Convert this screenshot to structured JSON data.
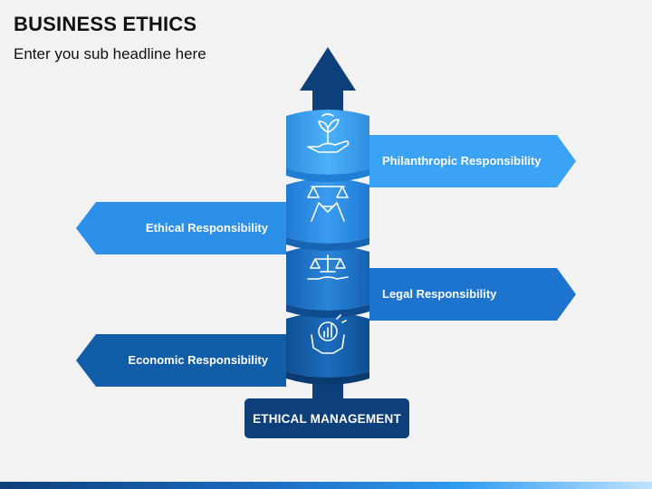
{
  "header": {
    "title": "BUSINESS ETHICS",
    "subtitle": "Enter you sub headline here"
  },
  "diagram": {
    "base_label": "ETHICAL MANAGEMENT",
    "levels": [
      {
        "label": "Philanthropic Responsibility",
        "side": "right",
        "icon": "hand-plant-icon",
        "color": "#3aa3f5"
      },
      {
        "label": "Ethical Responsibility",
        "side": "left",
        "icon": "handshake-icon",
        "color": "#2c8fe8"
      },
      {
        "label": "Legal Responsibility",
        "side": "right",
        "icon": "scales-icon",
        "color": "#1c74cf"
      },
      {
        "label": "Economic Responsibility",
        "side": "left",
        "icon": "money-hands-icon",
        "color": "#125da8"
      }
    ],
    "colors": {
      "arrow": "#0d3f7a",
      "banner_1": "#3aa3f5",
      "banner_2": "#2c8fe8",
      "banner_3": "#1c74cf",
      "banner_4": "#125da8"
    }
  }
}
